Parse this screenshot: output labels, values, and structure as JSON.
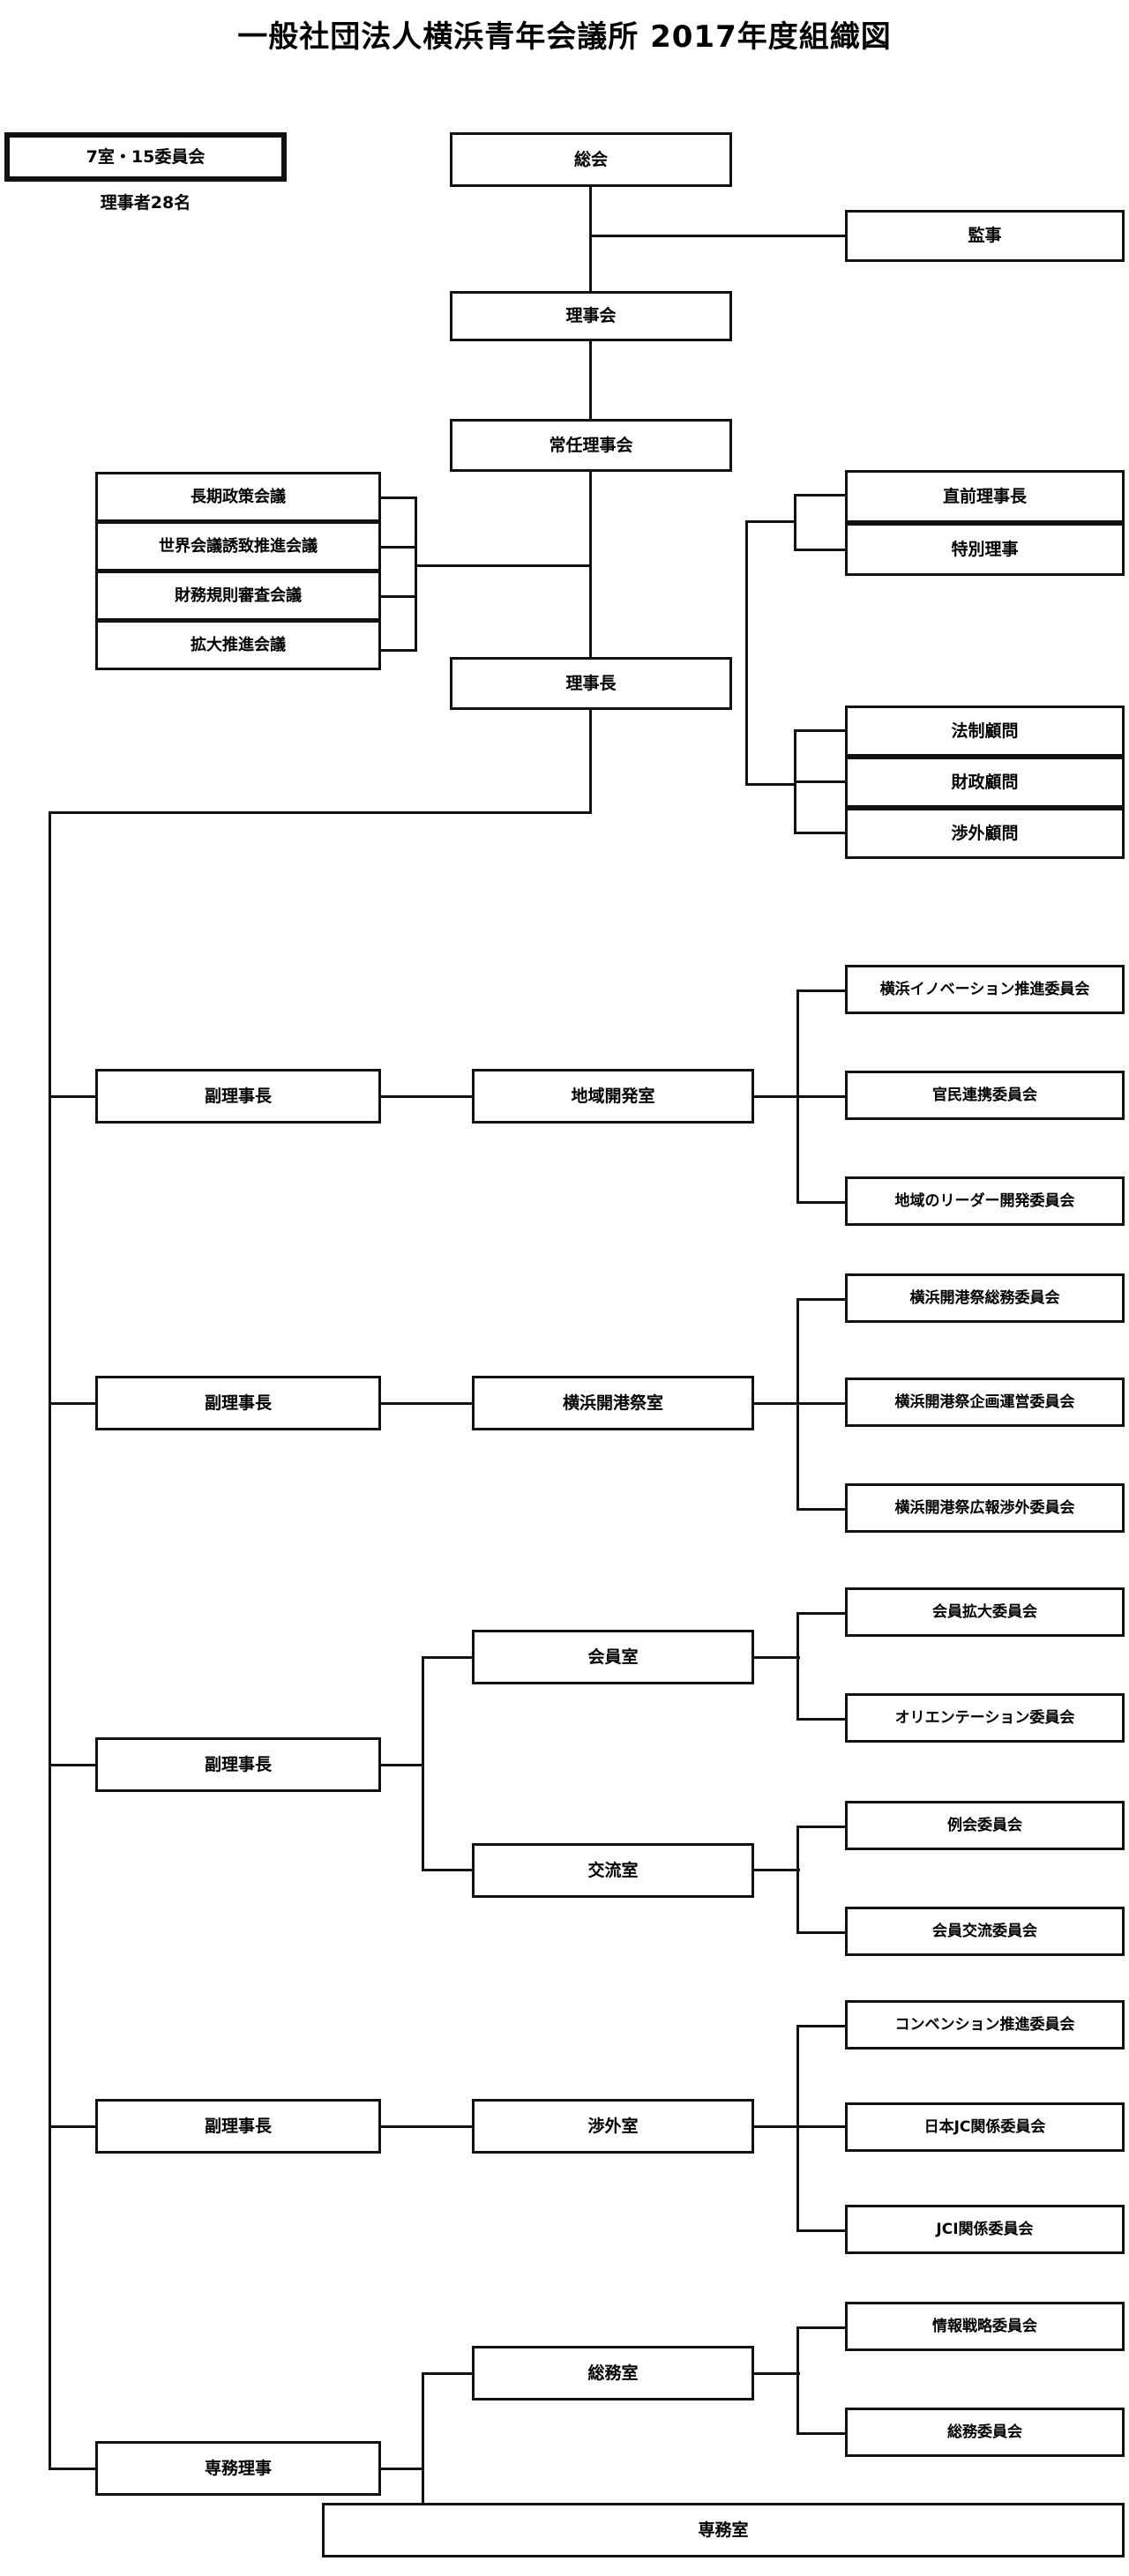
{
  "header": {
    "title": "一般社団法人横浜青年会議所  2017年度組織図"
  },
  "summary": {
    "rooms_committees": "7室・15委員会",
    "directors_count": "理事者28名"
  },
  "top": {
    "general_meeting": "総会",
    "auditor": "監事",
    "board_of_directors": "理事会",
    "standing_board": "常任理事会",
    "president": "理事長"
  },
  "conferences": [
    {
      "label": "長期政策会議"
    },
    {
      "label": "世界会議誘致推進会議"
    },
    {
      "label": "財務規則審査会議"
    },
    {
      "label": "拡大推進会議"
    }
  ],
  "special_directors": [
    {
      "label": "直前理事長"
    },
    {
      "label": "特別理事"
    }
  ],
  "advisors": [
    {
      "label": "法制顧問"
    },
    {
      "label": "財政顧問"
    },
    {
      "label": "渉外顧問"
    }
  ],
  "branches": [
    {
      "officer": "副理事長",
      "rooms": [
        {
          "room": "地域開発室",
          "committees": [
            "横浜イノベーション推進委員会",
            "官民連携委員会",
            "地域のリーダー開発委員会"
          ]
        }
      ]
    },
    {
      "officer": "副理事長",
      "rooms": [
        {
          "room": "横浜開港祭室",
          "committees": [
            "横浜開港祭総務委員会",
            "横浜開港祭企画運営委員会",
            "横浜開港祭広報渉外委員会"
          ]
        }
      ]
    },
    {
      "officer": "副理事長",
      "rooms": [
        {
          "room": "会員室",
          "committees": [
            "会員拡大委員会",
            "オリエンテーション委員会"
          ]
        },
        {
          "room": "交流室",
          "committees": [
            "例会委員会",
            "会員交流委員会"
          ]
        }
      ]
    },
    {
      "officer": "副理事長",
      "rooms": [
        {
          "room": "渉外室",
          "committees": [
            "コンベンション推進委員会",
            "日本JC関係委員会",
            "JCI関係委員会"
          ]
        }
      ]
    },
    {
      "officer": "専務理事",
      "rooms": [
        {
          "room": "総務室",
          "committees": [
            "情報戦略委員会",
            "総務委員会"
          ]
        }
      ],
      "wide_room": "専務室"
    }
  ],
  "colors": {
    "line": "#111111",
    "background": "#ffffff"
  }
}
